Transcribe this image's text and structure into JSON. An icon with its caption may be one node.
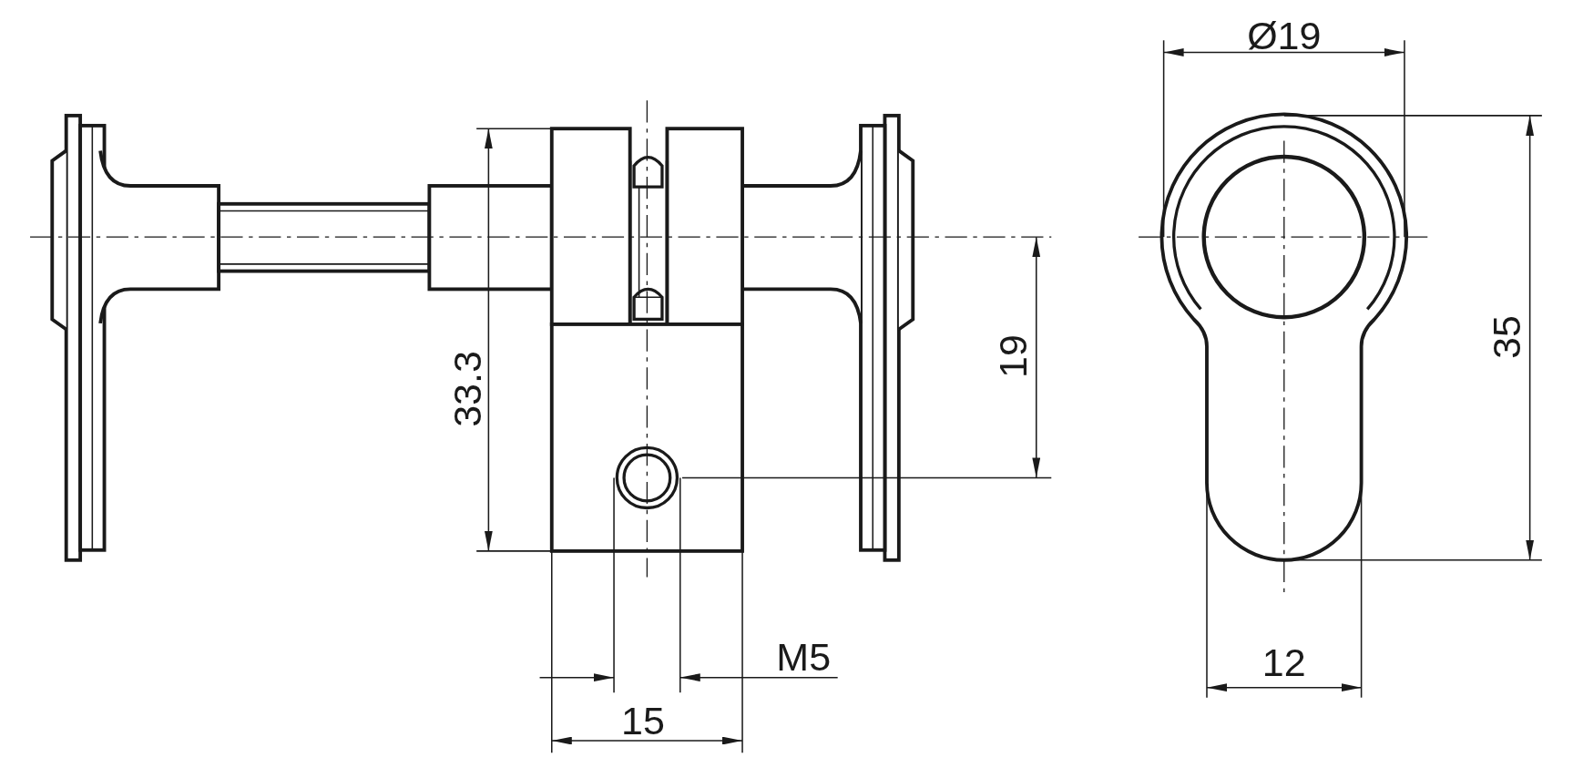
{
  "diagram": {
    "labels": [
      "Ø19",
      "33.3",
      "19",
      "35",
      "M5",
      "12",
      "15"
    ]
  }
}
